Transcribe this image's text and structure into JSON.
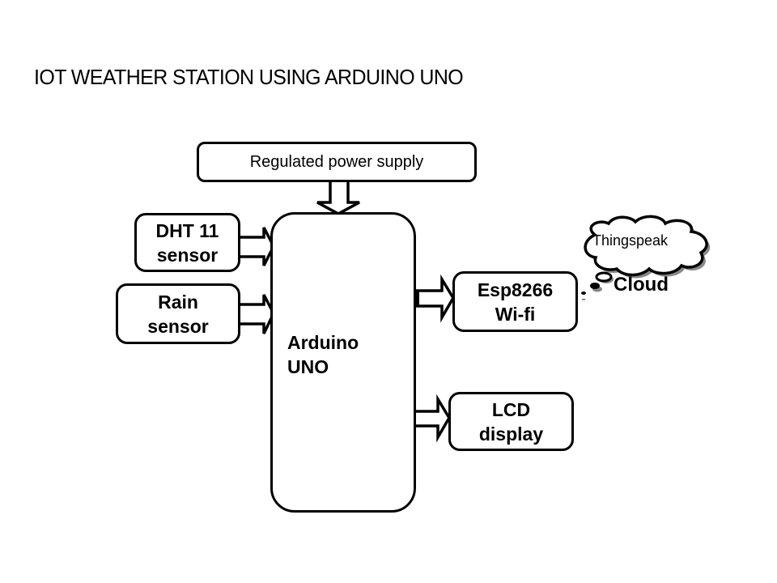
{
  "title": "IOT WEATHER STATION USING ARDUINO UNO",
  "blocks": {
    "power": "Regulated power supply",
    "dht": [
      "DHT 11",
      "sensor"
    ],
    "rain": [
      "Rain",
      "sensor"
    ],
    "arduino": [
      "Arduino",
      "UNO"
    ],
    "esp": [
      "Esp8266",
      "Wi-fi"
    ],
    "lcd": [
      "LCD",
      "display"
    ]
  },
  "cloud": {
    "text": "Thingspeak",
    "label": "Cloud"
  },
  "connections": [
    {
      "from": "Regulated power supply",
      "to": "Arduino UNO"
    },
    {
      "from": "DHT 11 sensor",
      "to": "Arduino UNO"
    },
    {
      "from": "Rain sensor",
      "to": "Arduino UNO"
    },
    {
      "from": "Arduino UNO",
      "to": "Esp8266 Wi-fi"
    },
    {
      "from": "Arduino UNO",
      "to": "LCD display"
    },
    {
      "from": "Esp8266 Wi-fi",
      "to": "Thingspeak Cloud"
    }
  ]
}
